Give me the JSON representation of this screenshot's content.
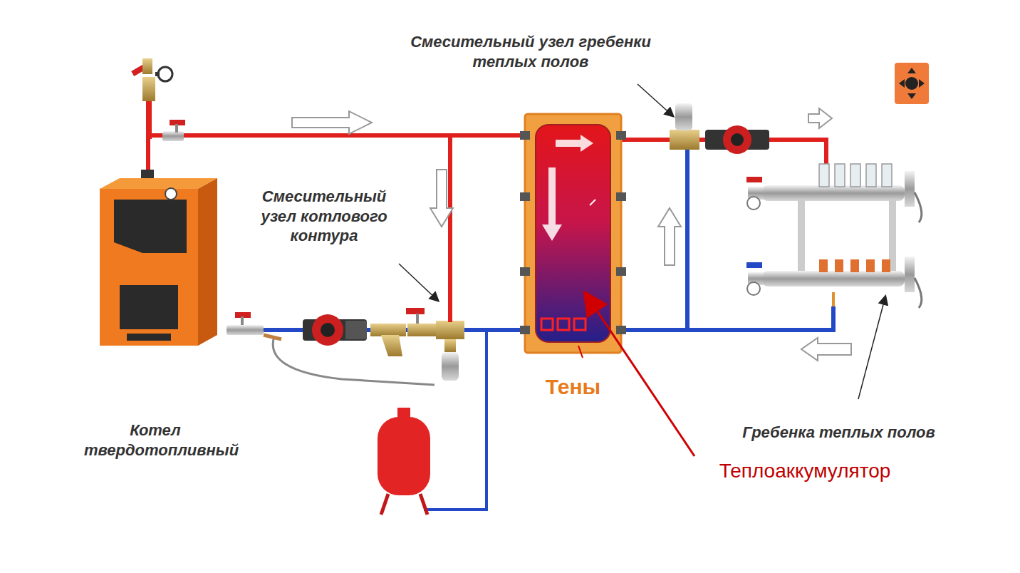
{
  "diagram": {
    "nodes": [
      {
        "text": [
          "Котел твердотопливный"
        ]
      },
      {
        "text": [
          "Тены"
        ]
      },
      {
        "text": [
          "Гребенка теплых полов"
        ]
      }
    ],
    "edges": [
      {
        "from": 0,
        "to": 1,
        "arrow": "none"
      },
      {
        "from": 0,
        "to": 1,
        "arrow": "none"
      },
      {
        "from": 1,
        "to": 2,
        "arrow": "none"
      },
      {
        "from": 1,
        "to": 2,
        "arrow": "none"
      }
    ],
    "labels": [
      "Смесительный узел гребенки теплых полов",
      "Смесительный узел котлового контура",
      "Теплоаккумулятор"
    ]
  }
}
